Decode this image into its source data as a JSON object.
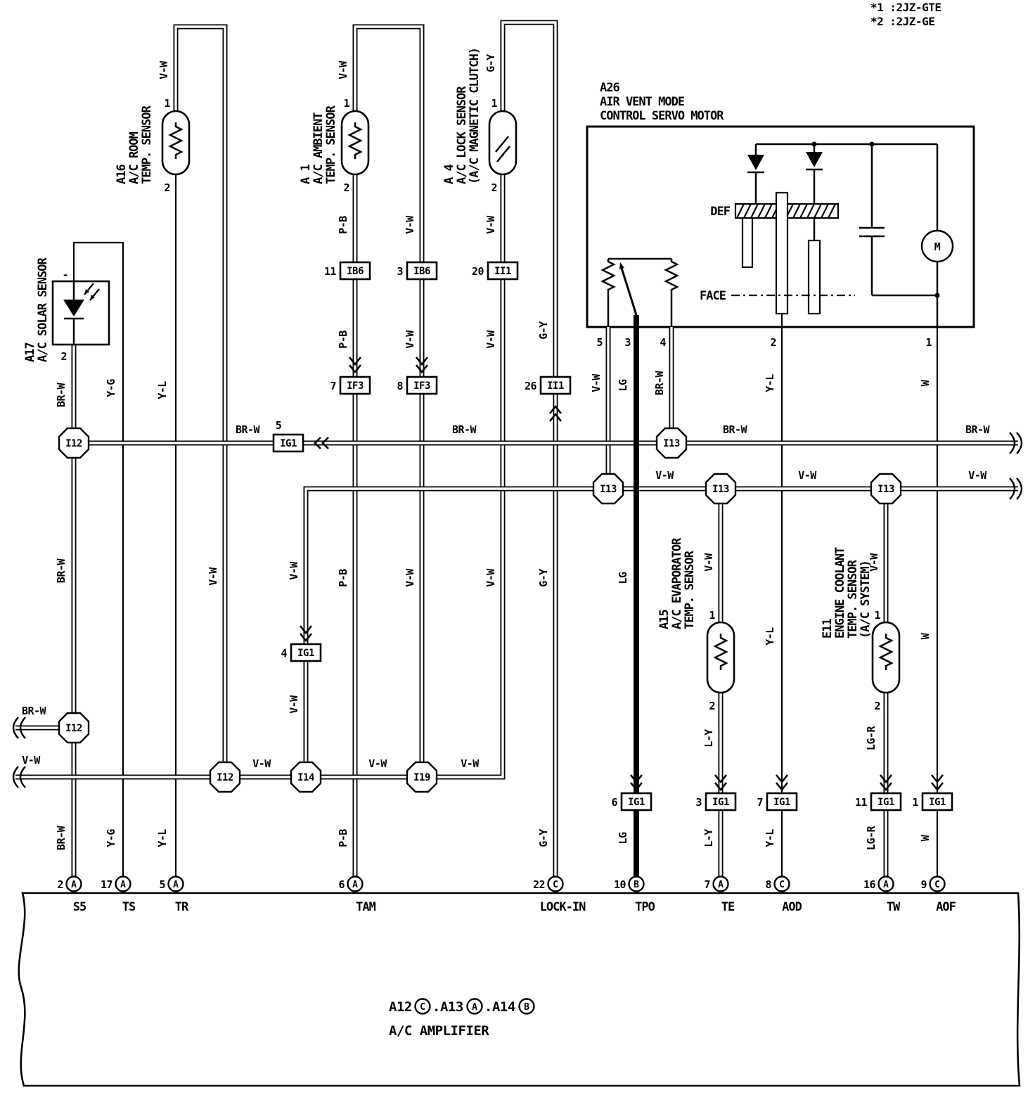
{
  "notes": {
    "n1": "*1 :2JZ-GTE",
    "n2": "*2 :2JZ-GE"
  },
  "wire_colors": {
    "brw": "BR-W",
    "vw": "V-W",
    "yg": "Y-G",
    "yl": "Y-L",
    "pb": "P-B",
    "gy": "G-Y",
    "lg": "LG",
    "ly": "L-Y",
    "lgr": "LG-R",
    "w": "W"
  },
  "connector_names": {
    "i12": "I12",
    "i13": "I13",
    "i14": "I14",
    "i19": "I19",
    "ig1": "IG1",
    "ib6": "IB6",
    "if3": "IF3",
    "ii1": "II1"
  },
  "connector_pins": {
    "ib6_pb": "11",
    "ib6_vw": "3",
    "ii1_vw": "20",
    "if3_pb": "7",
    "if3_vw": "8",
    "ii1_gy": "26",
    "ig1_bus": "5",
    "ig1_mid": "4",
    "ig1_tpo": "6",
    "ig1_te": "3",
    "ig1_aod": "7",
    "ig1_tw": "11",
    "ig1_aof": "1"
  },
  "pin_numbers": {
    "one": "1",
    "two": "2",
    "minus": "-",
    "p5": "5",
    "p3": "3",
    "p4": "4"
  },
  "components": {
    "a17": {
      "id": "A17",
      "l1": "A/C SOLAR SENSOR"
    },
    "a16": {
      "id": "A16",
      "l1": "A/C ROOM",
      "l2": "TEMP. SENSOR"
    },
    "a1": {
      "id": "A 1",
      "l1": "A/C AMBIENT",
      "l2": "TEMP. SENSOR"
    },
    "a4": {
      "id": "A 4",
      "l1": "A/C LOCK SENSOR",
      "l2": "(A/C MAGNETIC CLUTCH)"
    },
    "a26": {
      "id": "A26",
      "l1": "AIR VENT MODE",
      "l2": "CONTROL SERVO MOTOR",
      "def": "DEF",
      "face": "FACE",
      "motor": "M"
    },
    "a15": {
      "id": "A15",
      "l1": "A/C EVAPORATOR",
      "l2": "TEMP. SENSOR"
    },
    "e11": {
      "id": "E11",
      "l1": "ENGINE COOLANT",
      "l2": "TEMP. SENSOR",
      "l3": "(A/C SYSTEM)"
    }
  },
  "terminals": [
    {
      "num": "2",
      "letter": "A",
      "name": "S5"
    },
    {
      "num": "17",
      "letter": "A",
      "name": "TS"
    },
    {
      "num": "5",
      "letter": "A",
      "name": "TR"
    },
    {
      "num": "6",
      "letter": "A",
      "name": "TAM"
    },
    {
      "num": "22",
      "letter": "C",
      "name": "LOCK-IN"
    },
    {
      "num": "10",
      "letter": "B",
      "name": "TPO"
    },
    {
      "num": "7",
      "letter": "A",
      "name": "TE"
    },
    {
      "num": "8",
      "letter": "C",
      "name": "AOD"
    },
    {
      "num": "16",
      "letter": "A",
      "name": "TW"
    },
    {
      "num": "9",
      "letter": "C",
      "name": "AOF"
    }
  ],
  "amplifier": {
    "p1": "A12",
    "c1": "C",
    "p2": ".A13",
    "c2": "A",
    "p3": ".A14",
    "c3": "B",
    "title": "A/C AMPLIFIER"
  }
}
